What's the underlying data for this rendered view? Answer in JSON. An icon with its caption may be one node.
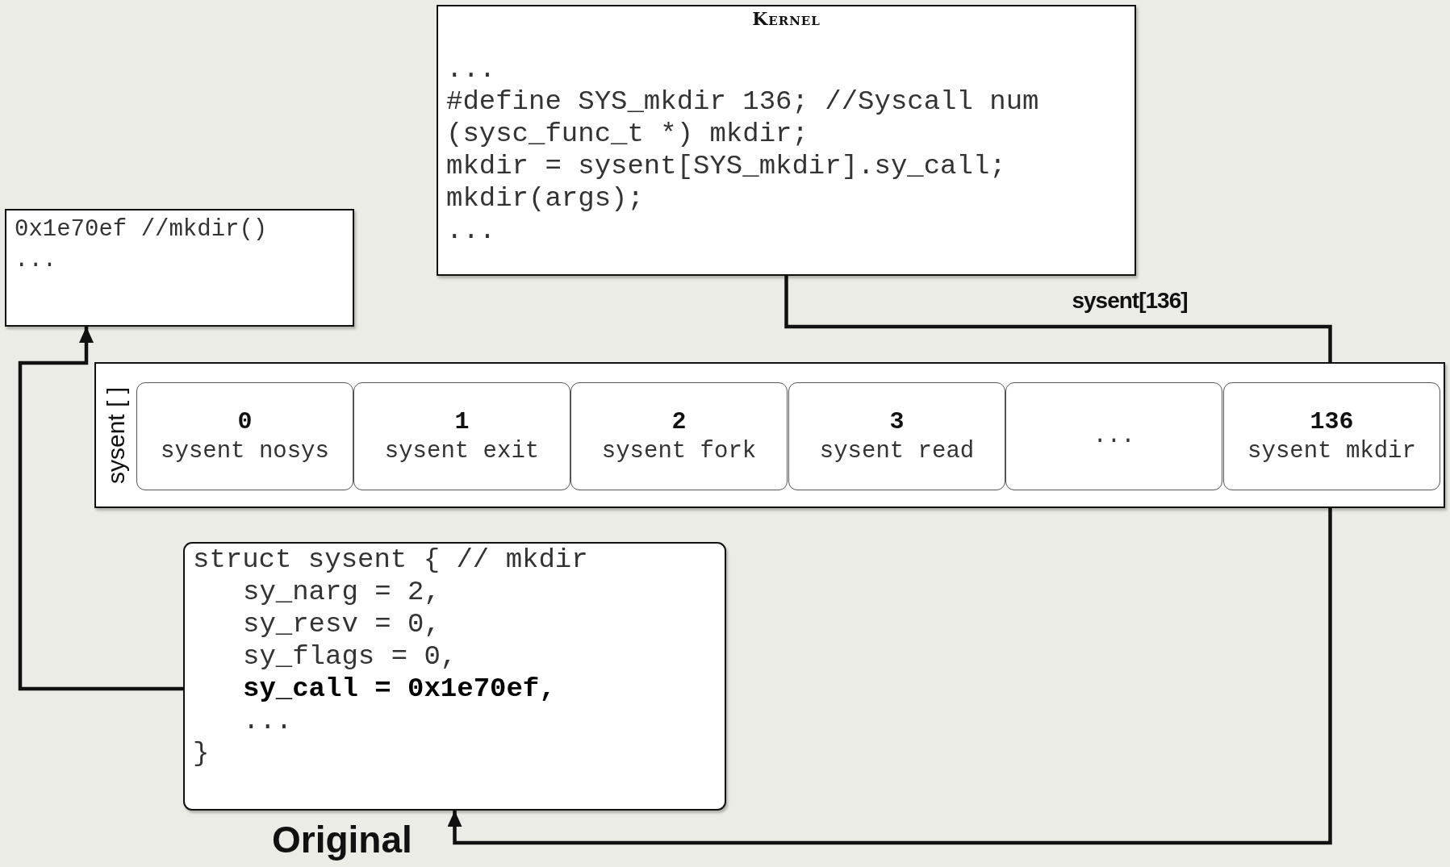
{
  "diagram": {
    "nodes": [
      {
        "text": [
          "Kernel",
          "...",
          "#define SYS_mkdir 136; //Syscall num",
          "(sysc_func_t *) mkdir;",
          "mkdir = sysent[SYS_mkdir].sy_call;",
          "mkdir(args);",
          "..."
        ]
      },
      {
        "text": [
          "0x1e70ef //mkdir()",
          "..."
        ]
      },
      {
        "text": [
          "sysent [ ]"
        ]
      },
      {
        "text": [
          "0",
          "sysent nosys"
        ],
        "in": 2
      },
      {
        "text": [
          "1",
          "sysent exit"
        ],
        "in": 2
      },
      {
        "text": [
          "2",
          "sysent fork"
        ],
        "in": 2
      },
      {
        "text": [
          "3",
          "sysent read"
        ],
        "in": 2
      },
      {
        "text": [
          "..."
        ],
        "in": 2
      },
      {
        "text": [
          "136",
          "sysent mkdir"
        ],
        "in": 2
      },
      {
        "text": [
          "struct sysent { // mkdir",
          "sy_narg = 2,",
          "sy_resv = 0,",
          "sy_flags = 0,",
          "**sy_call = 0x1e70ef,**",
          "...",
          "}"
        ],
        "beside": [
          "Original"
        ]
      }
    ],
    "edges": [
      {
        "from": 0,
        "to": 8,
        "arrow": "none",
        "label": "sysent[136]"
      },
      {
        "from": 8,
        "to": 9,
        "arrow": "to"
      },
      {
        "from": 9,
        "to": 1,
        "arrow": "to"
      }
    ]
  }
}
